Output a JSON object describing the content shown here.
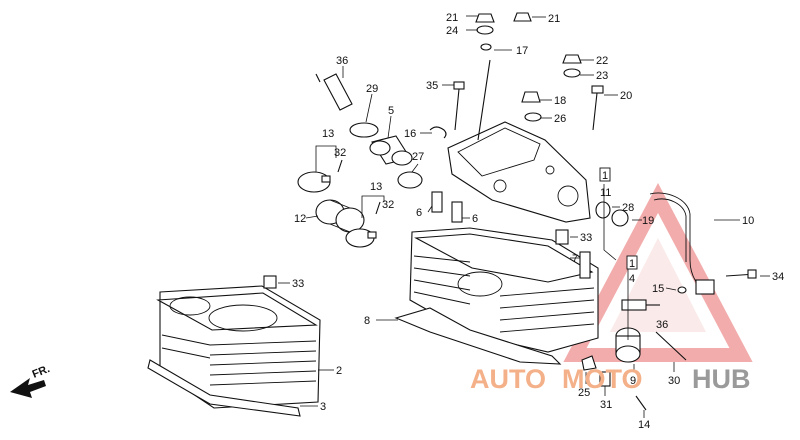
{
  "diagram": {
    "callouts": [
      {
        "id": "21a",
        "text": "21"
      },
      {
        "id": "21b",
        "text": "21"
      },
      {
        "id": "24",
        "text": "24"
      },
      {
        "id": "17",
        "text": "17"
      },
      {
        "id": "22",
        "text": "22"
      },
      {
        "id": "23",
        "text": "23"
      },
      {
        "id": "35",
        "text": "35"
      },
      {
        "id": "18",
        "text": "18"
      },
      {
        "id": "20",
        "text": "20"
      },
      {
        "id": "26",
        "text": "26"
      },
      {
        "id": "36a",
        "text": "36"
      },
      {
        "id": "29",
        "text": "29"
      },
      {
        "id": "5",
        "text": "5"
      },
      {
        "id": "16",
        "text": "16"
      },
      {
        "id": "13a",
        "text": "13"
      },
      {
        "id": "32a",
        "text": "32"
      },
      {
        "id": "27",
        "text": "27"
      },
      {
        "id": "13b",
        "text": "13"
      },
      {
        "id": "32b",
        "text": "32"
      },
      {
        "id": "12",
        "text": "12"
      },
      {
        "id": "6a",
        "text": "6"
      },
      {
        "id": "6b",
        "text": "6"
      },
      {
        "id": "28",
        "text": "28"
      },
      {
        "id": "19",
        "text": "19"
      },
      {
        "id": "10",
        "text": "10"
      },
      {
        "id": "1",
        "text": "1"
      },
      {
        "id": "11",
        "text": "11"
      },
      {
        "id": "33a",
        "text": "33"
      },
      {
        "id": "7",
        "text": "7"
      },
      {
        "id": "1b",
        "text": "1"
      },
      {
        "id": "4",
        "text": "4"
      },
      {
        "id": "34",
        "text": "34"
      },
      {
        "id": "33b",
        "text": "33"
      },
      {
        "id": "15",
        "text": "15"
      },
      {
        "id": "36b",
        "text": "36"
      },
      {
        "id": "8",
        "text": "8"
      },
      {
        "id": "2",
        "text": "2"
      },
      {
        "id": "9",
        "text": "9"
      },
      {
        "id": "30",
        "text": "30"
      },
      {
        "id": "25",
        "text": "25"
      },
      {
        "id": "31",
        "text": "31"
      },
      {
        "id": "3",
        "text": "3"
      },
      {
        "id": "14",
        "text": "14"
      }
    ],
    "direction_marker": "FR."
  },
  "watermark": {
    "part1": "AUTO",
    "part2": "MOTO",
    "part3": "HUB",
    "accent_color": "#f4b088",
    "gray_color": "#9a9a9a",
    "triangle_color": "#e86a6a"
  }
}
